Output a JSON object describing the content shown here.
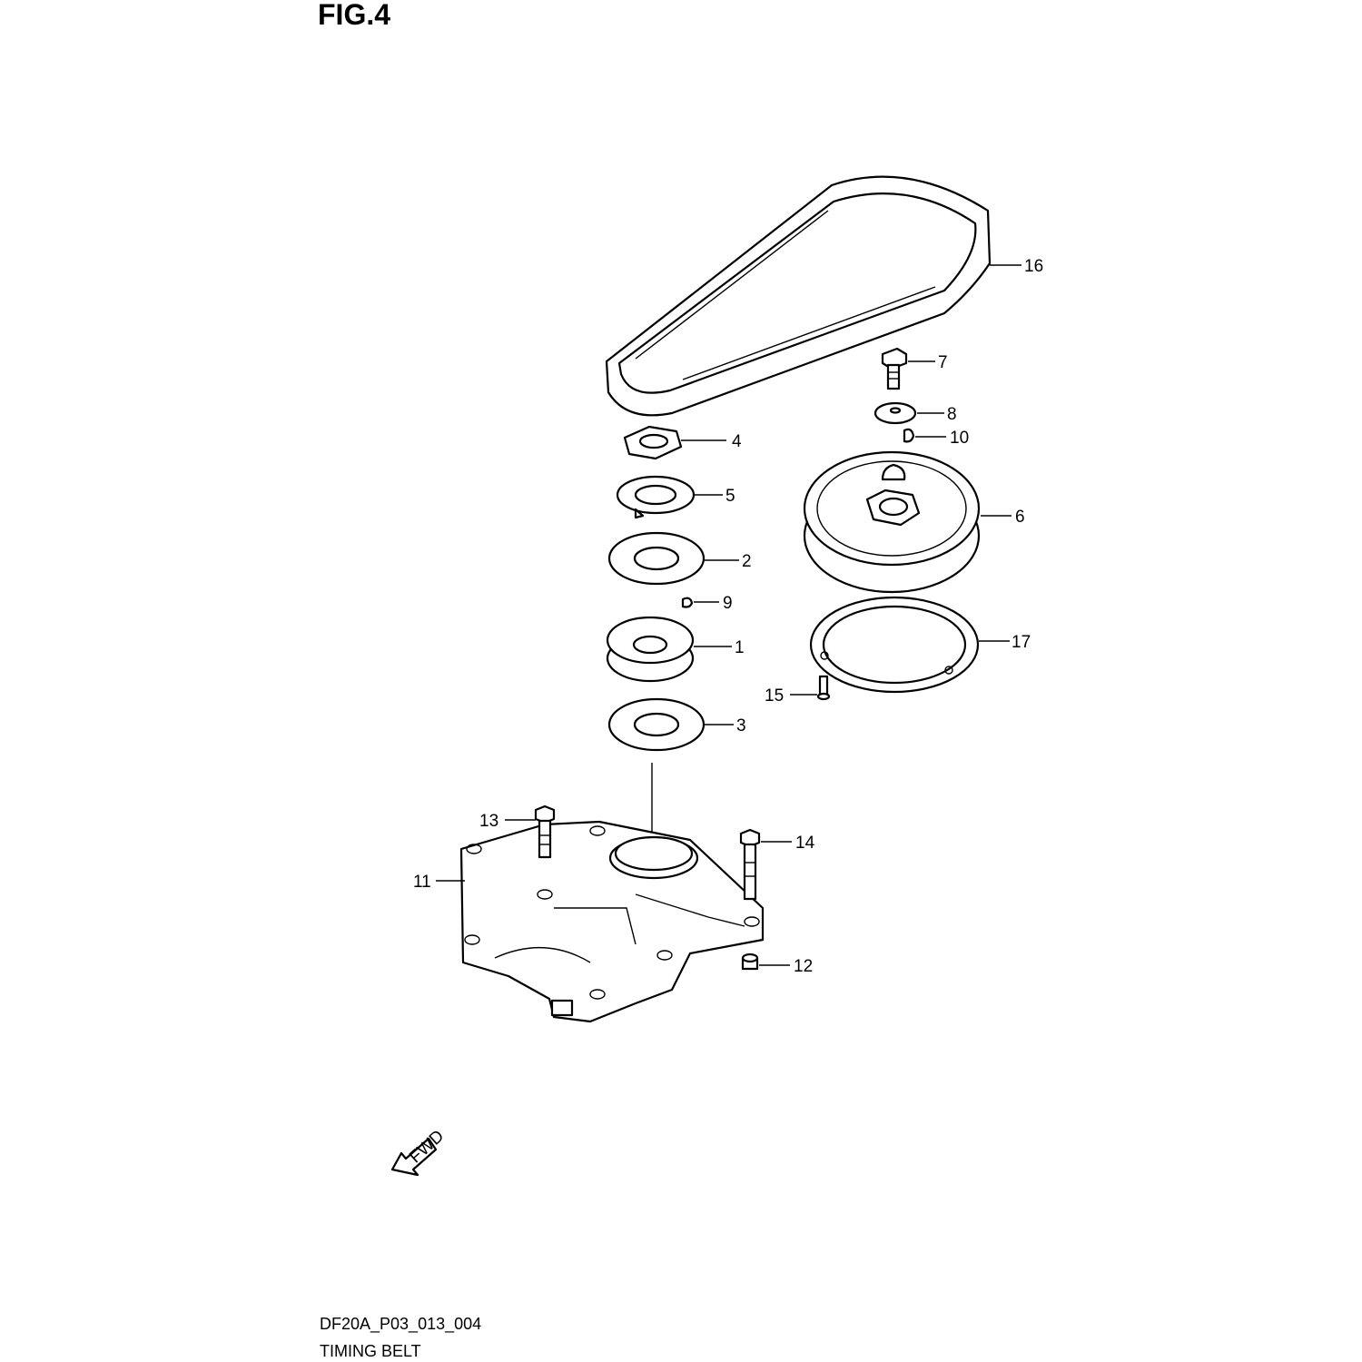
{
  "figure": {
    "title": "FIG.4",
    "diagram_code": "DF20A_P03_013_004",
    "caption": "TIMING BELT",
    "fwd_label": "FWD"
  },
  "callouts": [
    {
      "id": "1"
    },
    {
      "id": "2"
    },
    {
      "id": "3"
    },
    {
      "id": "4"
    },
    {
      "id": "5"
    },
    {
      "id": "6"
    },
    {
      "id": "7"
    },
    {
      "id": "8"
    },
    {
      "id": "9"
    },
    {
      "id": "10"
    },
    {
      "id": "11"
    },
    {
      "id": "12"
    },
    {
      "id": "13"
    },
    {
      "id": "14"
    },
    {
      "id": "15"
    },
    {
      "id": "16"
    },
    {
      "id": "17"
    }
  ]
}
